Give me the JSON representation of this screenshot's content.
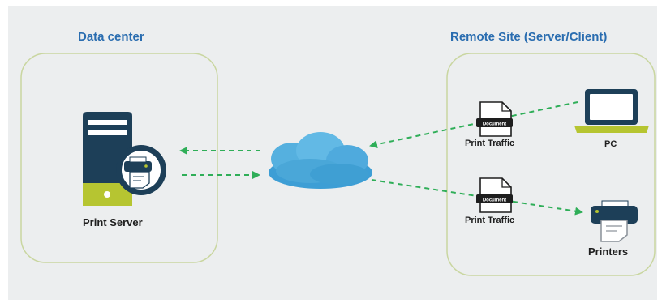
{
  "regions": {
    "data_center": {
      "title": "Data center"
    },
    "remote_site": {
      "title": "Remote Site (Server/Client)"
    }
  },
  "nodes": {
    "print_server": {
      "label": "Print Server"
    },
    "pc": {
      "label": "PC"
    },
    "printers": {
      "label": "Printers"
    }
  },
  "documents": {
    "doc_upper": {
      "badge": "Document",
      "caption": "Print Traffic"
    },
    "doc_lower": {
      "badge": "Document",
      "caption": "Print Traffic"
    }
  },
  "colors": {
    "background": "#eceeef",
    "region_border": "#c9d6a0",
    "title_blue": "#2a6db0",
    "server_navy": "#1d3f58",
    "accent_lime": "#b6c531",
    "arrow_green": "#2fae58",
    "cloud_blue": "#4aa7d8"
  },
  "icons": [
    "server-icon",
    "printer-icon",
    "cloud-icon",
    "laptop-icon",
    "document-icon"
  ]
}
